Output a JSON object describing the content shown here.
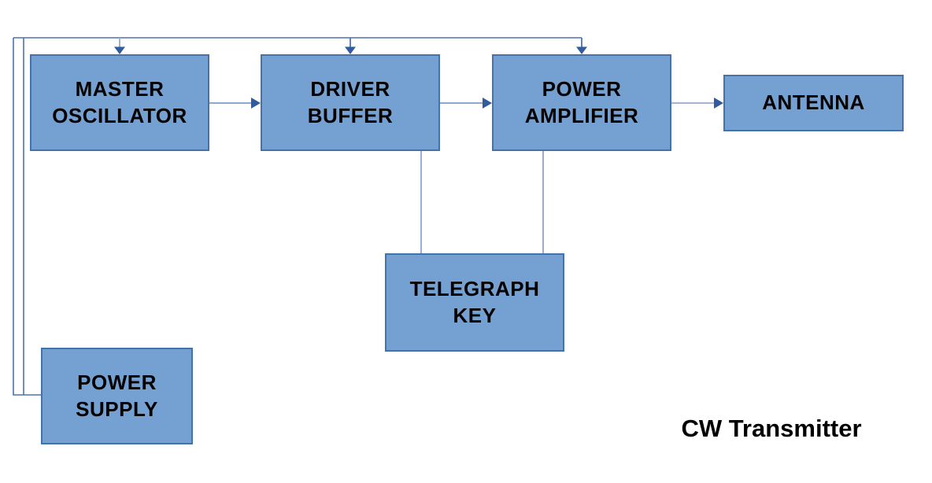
{
  "title": "CW Transmitter",
  "blocks": {
    "master_oscillator": {
      "label": [
        "MASTER",
        "OSCILLATOR"
      ]
    },
    "driver_buffer": {
      "label": [
        "DRIVER",
        "BUFFER"
      ]
    },
    "power_amplifier": {
      "label": [
        "POWER",
        "AMPLIFIER"
      ]
    },
    "antenna": {
      "label": [
        "ANTENNA"
      ]
    },
    "telegraph_key": {
      "label": [
        "TELEGRAPH",
        "KEY"
      ]
    },
    "power_supply": {
      "label": [
        "POWER",
        "SUPPLY"
      ]
    }
  },
  "connections": [
    {
      "from": "MASTER OSCILLATOR",
      "to": "DRIVER BUFFER",
      "type": "arrow"
    },
    {
      "from": "DRIVER BUFFER",
      "to": "POWER AMPLIFIER",
      "type": "arrow"
    },
    {
      "from": "POWER AMPLIFIER",
      "to": "ANTENNA",
      "type": "arrow"
    },
    {
      "from": "POWER SUPPLY",
      "to": "MASTER OSCILLATOR",
      "type": "arrow"
    },
    {
      "from": "POWER SUPPLY",
      "to": "DRIVER BUFFER",
      "type": "arrow"
    },
    {
      "from": "POWER SUPPLY",
      "to": "POWER AMPLIFIER",
      "type": "arrow"
    },
    {
      "from": "TELEGRAPH KEY",
      "to": "DRIVER BUFFER",
      "type": "line"
    },
    {
      "from": "TELEGRAPH KEY",
      "to": "POWER AMPLIFIER",
      "type": "line"
    }
  ],
  "colors": {
    "background": "#FFFFFF",
    "box_fill": "#75A0D2",
    "box_border": "#4572A8",
    "feed_line": "#4D73AC",
    "arrow_stem": "#93ABD0",
    "plain_line": "#7E9BC8",
    "arrowhead": "#2F5C9F",
    "text": "#000000"
  }
}
